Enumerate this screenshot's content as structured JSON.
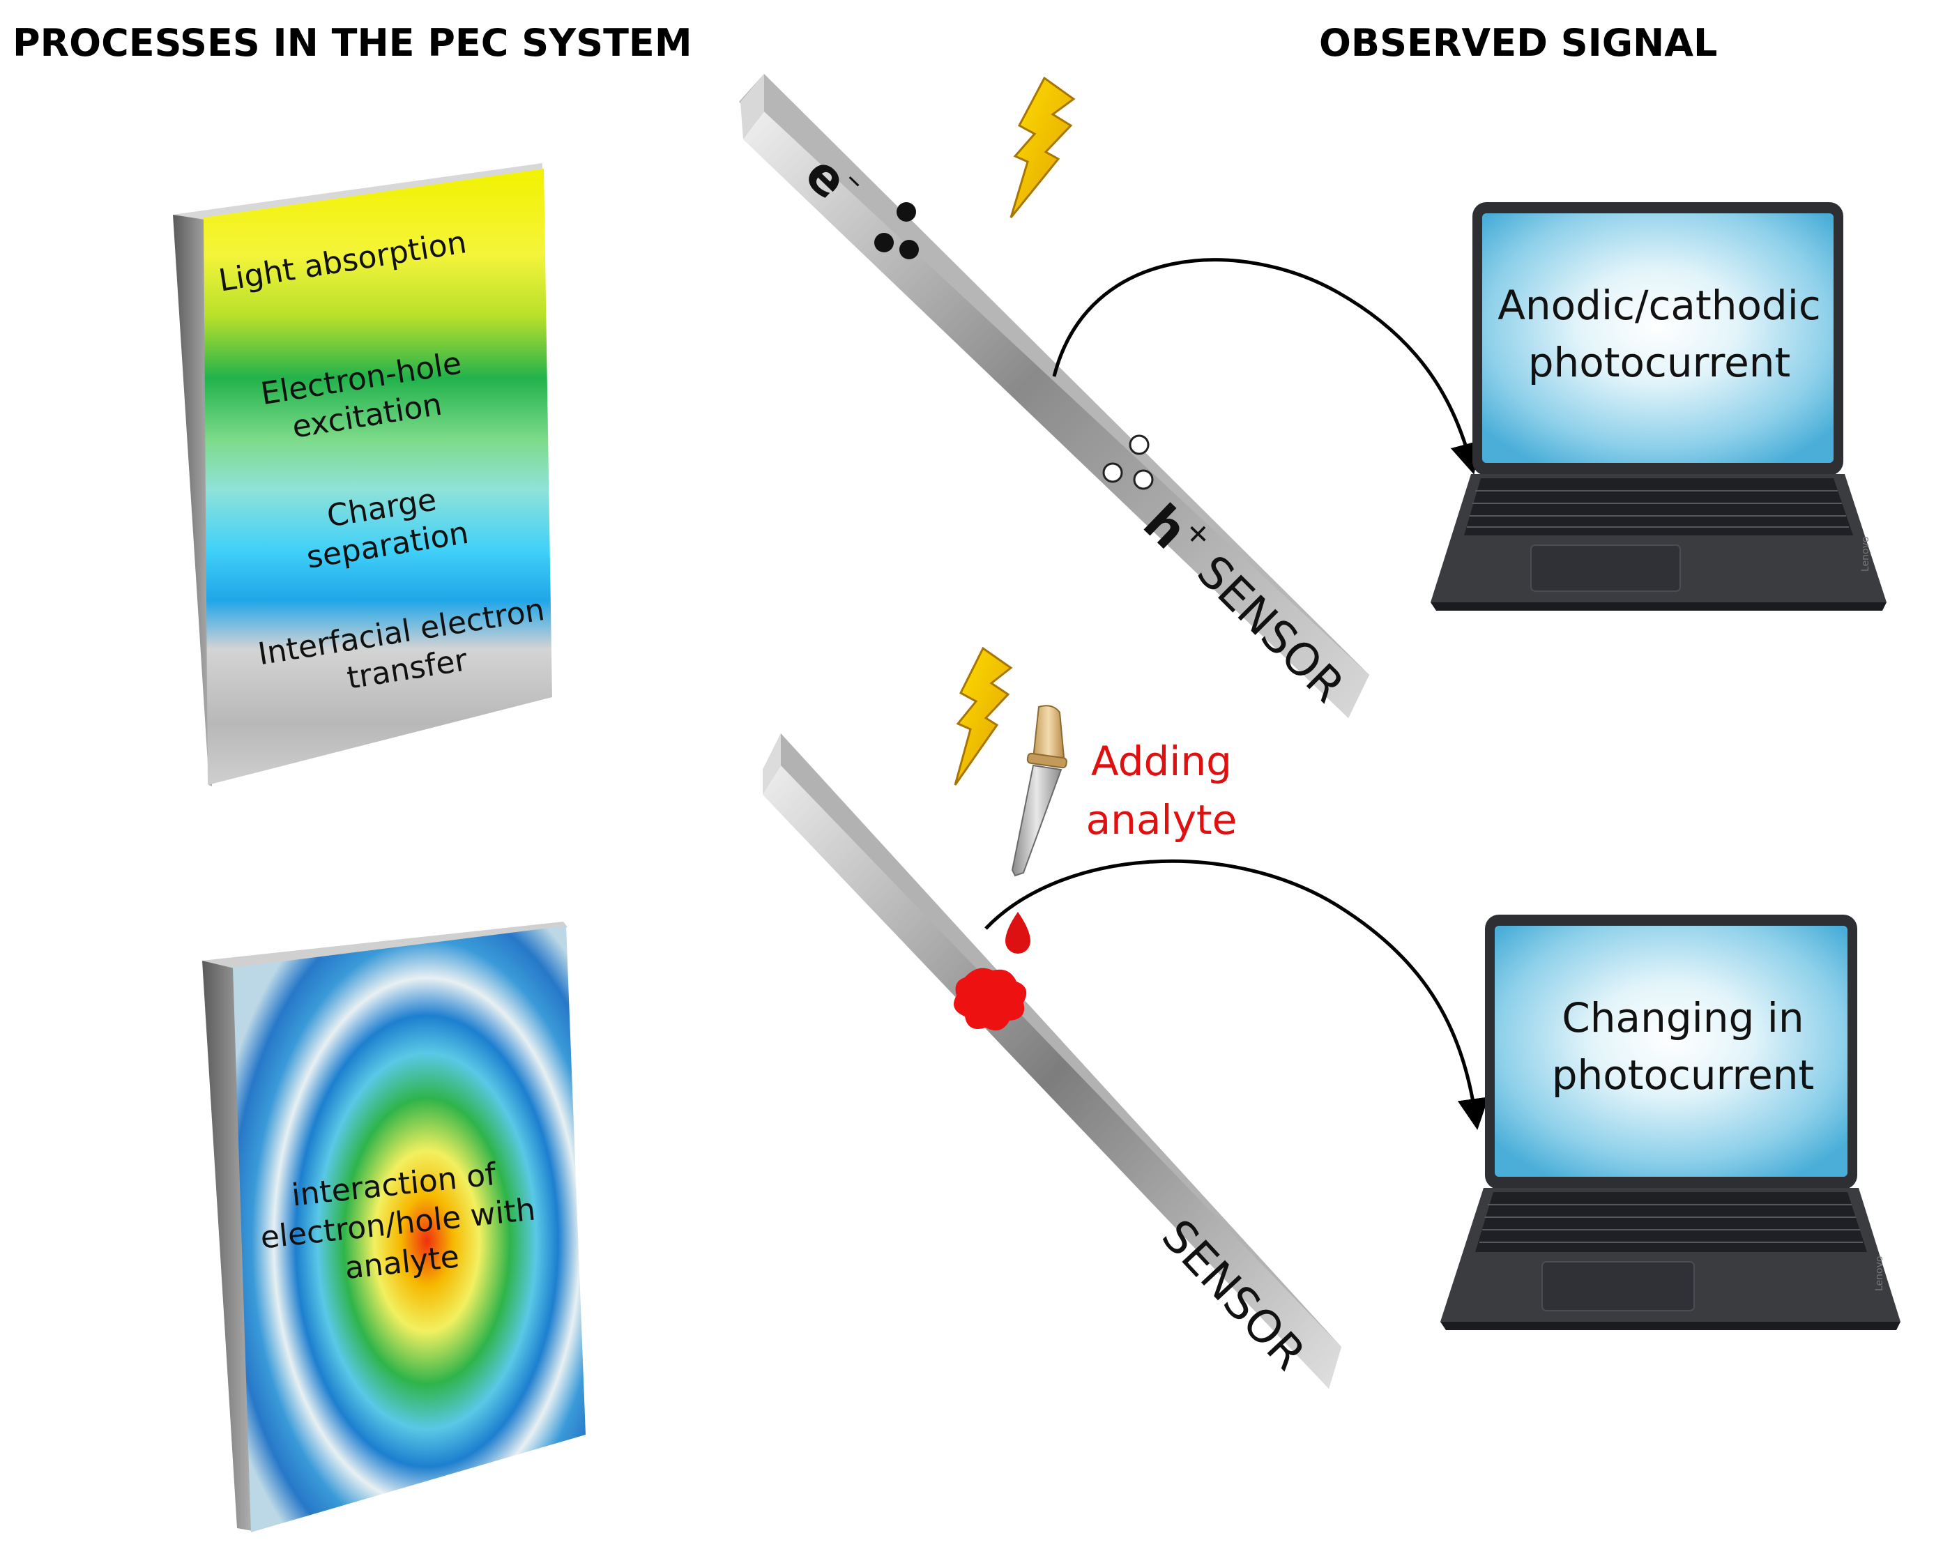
{
  "headings": {
    "left": "PROCESSES  IN   THE PEC  SYSTEM",
    "right": "OBSERVED   SIGNAL"
  },
  "process_panel": {
    "steps": [
      {
        "lines": [
          "Light  absorption"
        ]
      },
      {
        "lines": [
          "Electron-hole",
          "excitation"
        ]
      },
      {
        "lines": [
          "Charge",
          "separation"
        ]
      },
      {
        "lines": [
          "Interfacial electron",
          "transfer"
        ]
      }
    ],
    "colors": [
      "#f2f200",
      "#22b24c",
      "#3fd0f5",
      "#c8c8c8"
    ]
  },
  "interaction_panel": {
    "lines": [
      "interaction of",
      "electron/hole with",
      "analyte"
    ]
  },
  "sensor_top": {
    "label": "SENSOR",
    "electron_label": "e",
    "electron_sup": "–",
    "hole_label": "h",
    "hole_sup": "+"
  },
  "sensor_bottom": {
    "label": "SENSOR"
  },
  "analyte_label": {
    "lines": [
      "Adding",
      "analyte"
    ],
    "color": "#e01010"
  },
  "laptop_top": {
    "screen_lines": [
      "Anodic/cathodic",
      "photocurrent"
    ],
    "brand": "Lenovo"
  },
  "laptop_bottom": {
    "screen_lines": [
      "Changing in",
      "photocurrent"
    ],
    "brand": "Lenovo"
  }
}
